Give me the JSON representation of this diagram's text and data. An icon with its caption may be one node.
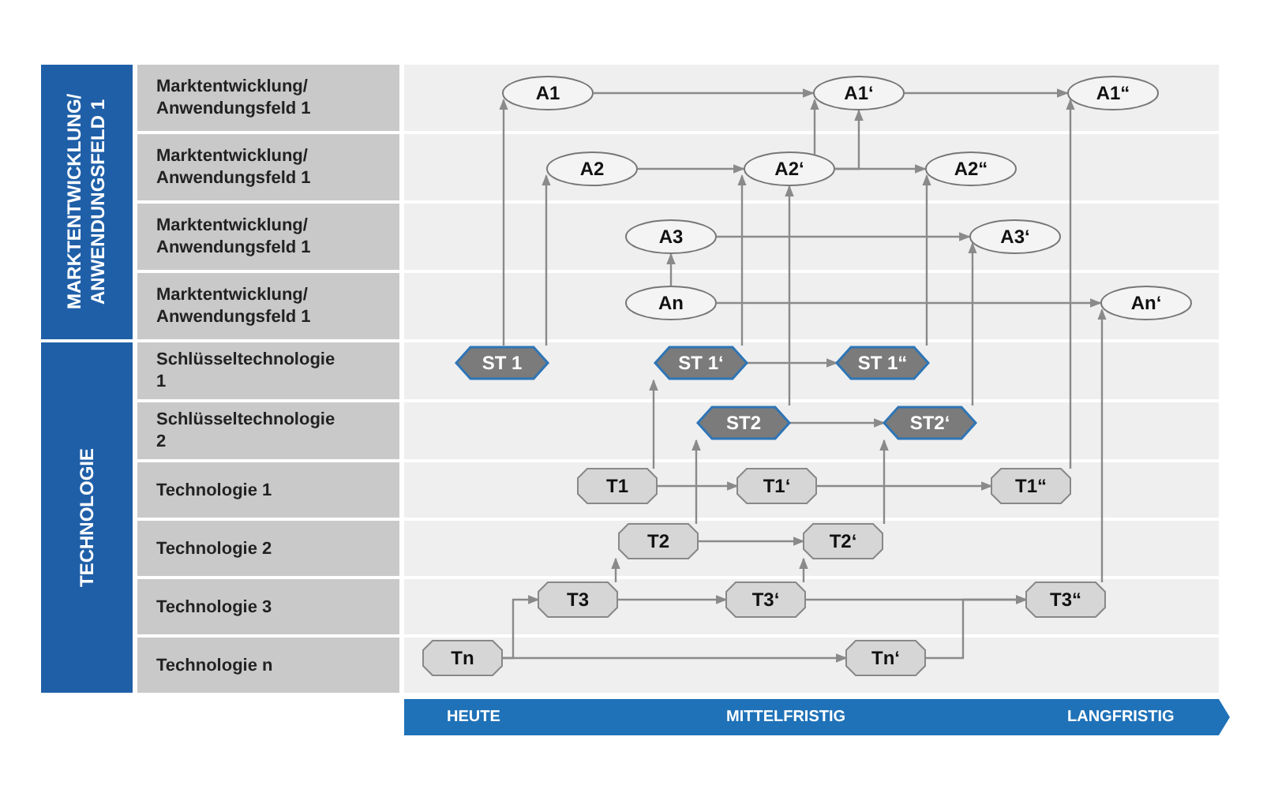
{
  "diagram": {
    "nodes": [
      {
        "text": [
          "MARKTENTWICKLUNG/ ANWENDUNGSFELD 1"
        ]
      },
      {
        "text": [
          "Marktentwicklung/ Anwendungsfeld 1"
        ]
      },
      {
        "text": [
          "Marktentwicklung/ Anwendungsfeld 1"
        ]
      },
      {
        "text": [
          "Marktentwicklung/ Anwendungsfeld 1"
        ]
      },
      {
        "text": [
          "Marktentwicklung/ Anwendungsfeld 1"
        ]
      },
      {
        "text": [
          "TECHNOLOGIE"
        ]
      },
      {
        "text": [
          "Schlüsseltechnologie 1"
        ]
      },
      {
        "text": [
          "Schlüsseltechnologie 2"
        ]
      },
      {
        "text": [
          "Technologie 1"
        ]
      },
      {
        "text": [
          "Technologie 2"
        ]
      },
      {
        "text": [
          "Technologie 3"
        ]
      },
      {
        "text": [
          "Technologie n"
        ]
      },
      {
        "text": [
          "A1"
        ]
      },
      {
        "text": [
          "A1‘"
        ]
      },
      {
        "text": [
          "A1“"
        ]
      },
      {
        "text": [
          "A2"
        ]
      },
      {
        "text": [
          "A2‘"
        ]
      },
      {
        "text": [
          "A2“"
        ]
      },
      {
        "text": [
          "A3"
        ]
      },
      {
        "text": [
          "A3‘"
        ]
      },
      {
        "text": [
          "An"
        ]
      },
      {
        "text": [
          "An‘"
        ]
      },
      {
        "text": [
          "ST 1"
        ]
      },
      {
        "text": [
          "ST 1‘"
        ]
      },
      {
        "text": [
          "ST 1“"
        ]
      },
      {
        "text": [
          "ST2"
        ]
      },
      {
        "text": [
          "ST2‘"
        ]
      },
      {
        "text": [
          "T1"
        ]
      },
      {
        "text": [
          "T1‘"
        ]
      },
      {
        "text": [
          "T1“"
        ]
      },
      {
        "text": [
          "T2"
        ]
      },
      {
        "text": [
          "T2‘"
        ]
      },
      {
        "text": [
          "T3"
        ]
      },
      {
        "text": [
          "T3‘"
        ]
      },
      {
        "text": [
          "T3“"
        ]
      },
      {
        "text": [
          "Tn"
        ]
      },
      {
        "text": [
          "Tn‘"
        ]
      }
    ],
    "edges": [
      {
        "from": 12,
        "to": 13,
        "arrow": "to"
      },
      {
        "from": 13,
        "to": 14,
        "arrow": "to"
      },
      {
        "from": 15,
        "to": 16,
        "arrow": "to"
      },
      {
        "from": 16,
        "to": 17,
        "arrow": "to"
      },
      {
        "from": 16,
        "to": 13,
        "arrow": "to"
      },
      {
        "from": 16,
        "to": 13,
        "arrow": "to"
      },
      {
        "from": 18,
        "to": 19,
        "arrow": "to"
      },
      {
        "from": 20,
        "to": 18,
        "arrow": "to"
      },
      {
        "from": 20,
        "to": 21,
        "arrow": "to"
      },
      {
        "from": 22,
        "to": 12,
        "arrow": "to"
      },
      {
        "from": 22,
        "to": 15,
        "arrow": "to"
      },
      {
        "from": 23,
        "to": 16,
        "arrow": "to"
      },
      {
        "from": 25,
        "to": 16,
        "arrow": "to"
      },
      {
        "from": 23,
        "to": 24,
        "arrow": "to"
      },
      {
        "from": 24,
        "to": 17,
        "arrow": "to"
      },
      {
        "from": 26,
        "to": 19,
        "arrow": "to"
      },
      {
        "from": 25,
        "to": 26,
        "arrow": "to"
      },
      {
        "from": 29,
        "to": 14,
        "arrow": "to"
      },
      {
        "from": 34,
        "to": 21,
        "arrow": "to"
      },
      {
        "from": 27,
        "to": 23,
        "arrow": "to"
      },
      {
        "from": 27,
        "to": 28,
        "arrow": "to"
      },
      {
        "from": 28,
        "to": 29,
        "arrow": "to"
      },
      {
        "from": 30,
        "to": 25,
        "arrow": "to"
      },
      {
        "from": 30,
        "to": 31,
        "arrow": "to"
      },
      {
        "from": 31,
        "to": 26,
        "arrow": "to"
      },
      {
        "from": 32,
        "to": 30,
        "arrow": "to"
      },
      {
        "from": 32,
        "to": 33,
        "arrow": "to"
      },
      {
        "from": 33,
        "to": 31,
        "arrow": "to"
      },
      {
        "from": 33,
        "to": 34,
        "arrow": "to"
      },
      {
        "from": 35,
        "to": 32,
        "arrow": "to"
      },
      {
        "from": 35,
        "to": 36,
        "arrow": "to"
      },
      {
        "from": 36,
        "to": 34,
        "arrow": "to"
      }
    ],
    "labels": [
      "HEUTE",
      "MITTELFRISTIG",
      "LANGFRISTIG"
    ]
  }
}
